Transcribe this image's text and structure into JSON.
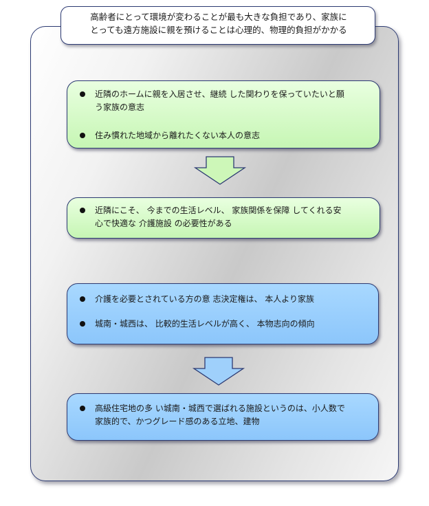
{
  "header": {
    "line1": "高齢者にとって環境が変わることが最も大きな負担であり、家族に",
    "line2": "とっても遠方施設に親を預けることは心理的、物理的負担がかかる"
  },
  "boxes": [
    {
      "color": "#c6f6b4",
      "bullets": [
        {
          "line1": "近隣のホームに親を入居させ、継続 した関わりを保っていたいと願",
          "line2": "う家族の意志"
        },
        {
          "line1": "住み慣れた地域から離れたくない本人の意志",
          "line2": ""
        }
      ]
    },
    {
      "color": "#c6f6b4",
      "bullets": [
        {
          "line1": "近隣にこそ、 今までの生活レベル、 家族関係を保障 してくれる安",
          "line2": "心で快適な 介護施設 の必要性がある"
        }
      ]
    },
    {
      "color": "#8cc6fb",
      "bullets": [
        {
          "line1": "介護を必要とされている方の意 志決定権は、 本人より家族",
          "line2": ""
        },
        {
          "line1": "城南・城西は、 比較的生活レベルが高く、 本物志向の傾向",
          "line2": ""
        }
      ]
    },
    {
      "color": "#8cc6fb",
      "bullets": [
        {
          "line1": "高級住宅地の多 い城南・城西で選ばれる施設というのは、小人数で",
          "line2": "家族的で、かつグレード感のある立地、建物"
        }
      ]
    }
  ],
  "arrows": [
    {
      "color": "#cdf7b8",
      "icon": "down-arrow-icon"
    },
    {
      "color": "#9fd0fb",
      "icon": "down-arrow-icon"
    }
  ]
}
